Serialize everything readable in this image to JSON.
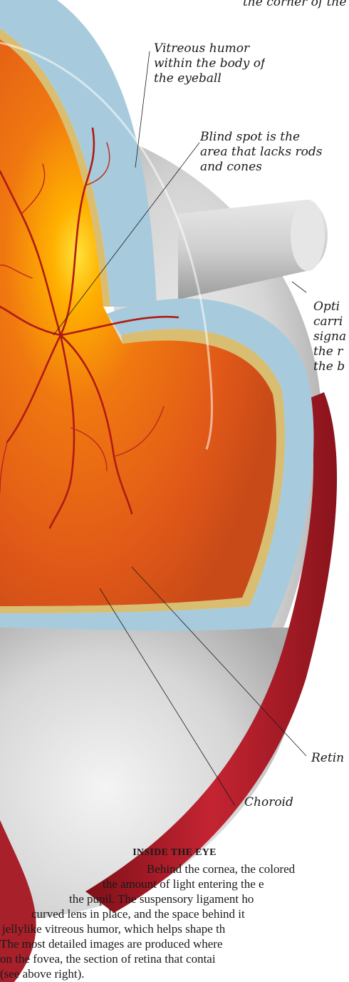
{
  "labels": {
    "corner": "the corner of the",
    "vitreous": [
      "Vitreous humor",
      "within the body of",
      "the eyeball"
    ],
    "blind_spot": [
      "Blind spot is the",
      "area that lacks rods",
      "and cones"
    ],
    "optic": [
      "Opti",
      "carri",
      "signa",
      "the r",
      "the b"
    ],
    "retina": "Retin",
    "choroid": "Choroid"
  },
  "caption": {
    "title": "INSIDE THE EYE",
    "lines": [
      "Behind the cornea, the colored",
      "the amount of light entering the e",
      "the pupil. The suspensory ligament ho",
      "curved lens in place, and the space behind it",
      "jellylike vitreous humor, which helps shape th",
      "The most detailed images are produced where",
      "on the fovea, the section of retina that contai",
      "(see above right)."
    ]
  },
  "colors": {
    "sclera": "#dcdcdc",
    "choroid_layer": "#9ec4d6",
    "retina_layer": "#d8b86a",
    "fundus": "#e0601c",
    "optic_disc": "#ffd030",
    "muscle": "#b8202a",
    "vessel": "#b01a14"
  }
}
